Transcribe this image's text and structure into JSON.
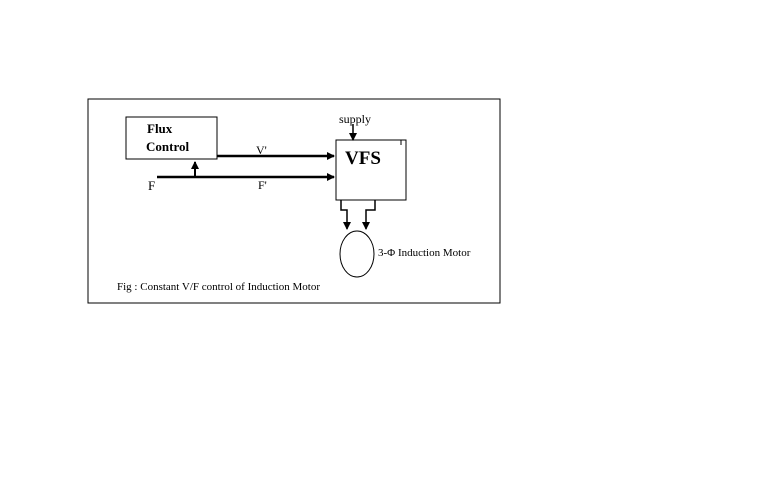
{
  "diagram": {
    "flux_block": {
      "line1": "Flux",
      "line2": "Control"
    },
    "vfs_block": {
      "label": "VFS"
    },
    "supply_label": "supply",
    "v_ref_label": "V'",
    "f_ref_label": "F'",
    "f_input_label": "F",
    "motor_label": "3-Φ Induction Motor",
    "caption": "Fig : Constant V/F control of Induction Motor"
  }
}
